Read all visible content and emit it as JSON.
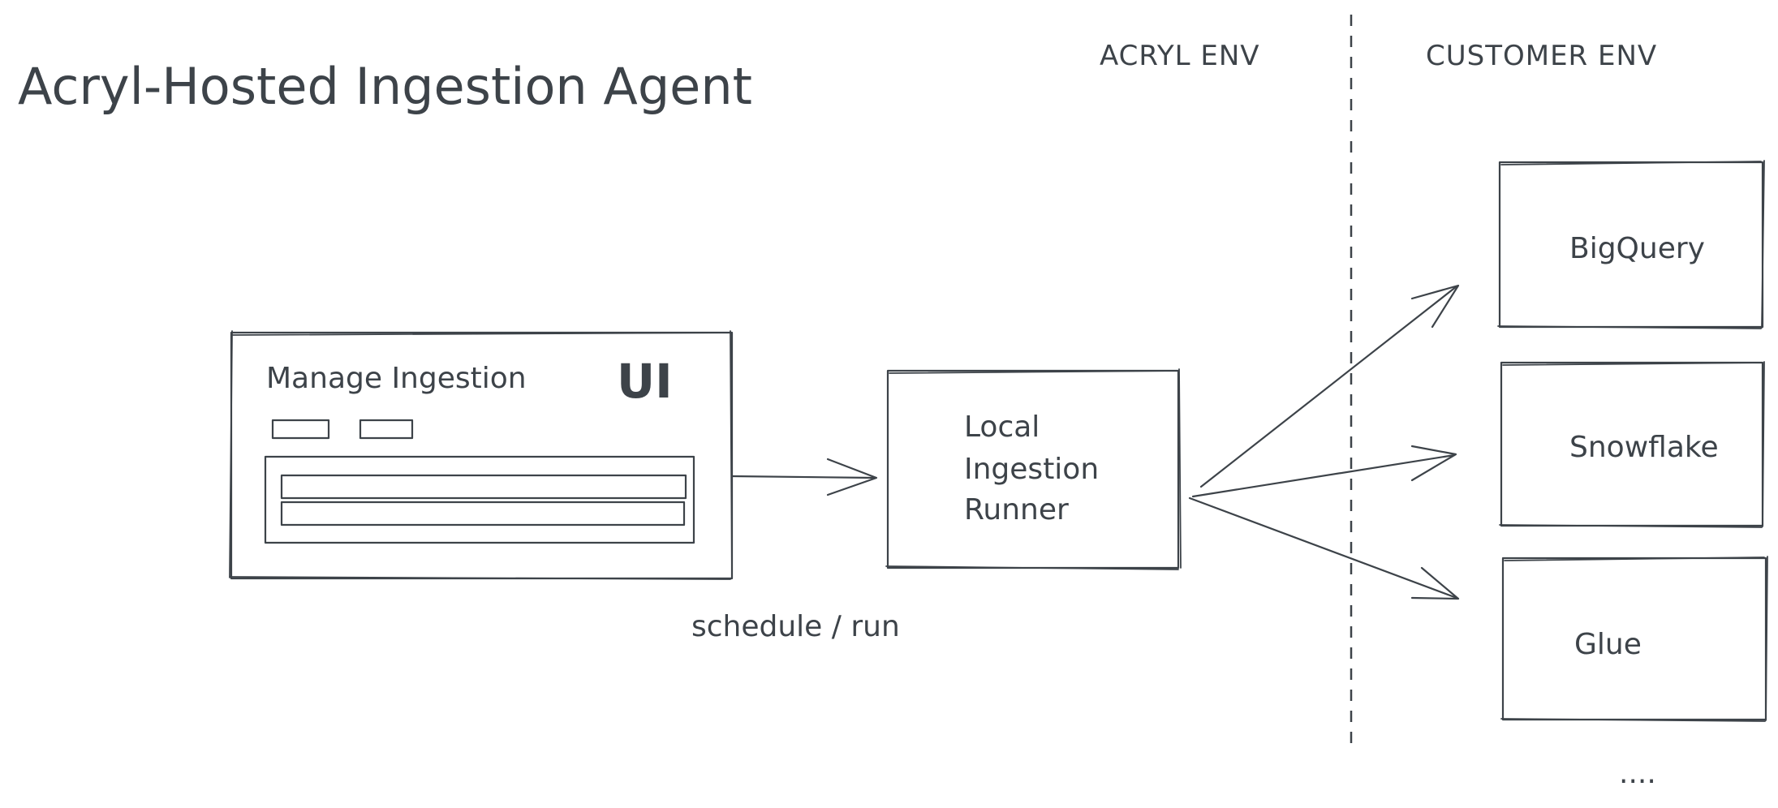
{
  "title": "Acryl-Hosted Ingestion Agent",
  "zones": {
    "acryl": "ACRYL ENV",
    "customer": "CUSTOMER ENV"
  },
  "ui_box": {
    "heading": "Manage Ingestion",
    "mark": "UI"
  },
  "runner": {
    "lines": [
      "Local",
      "Ingestion",
      "Runner"
    ]
  },
  "edge_label": "schedule / run",
  "sources": [
    "BigQuery",
    "Snowflake",
    "Glue"
  ],
  "more": "...."
}
